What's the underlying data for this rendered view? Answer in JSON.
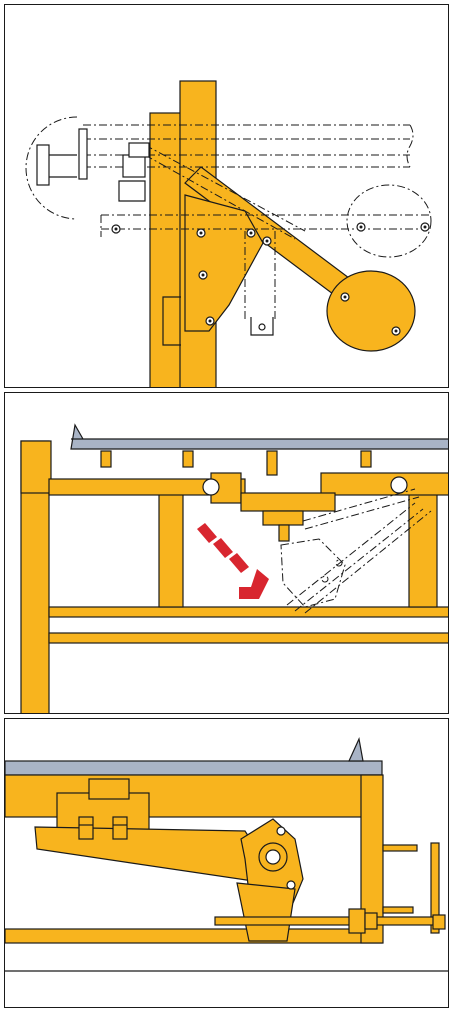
{
  "colors": {
    "steel": "#F8B41E",
    "steel_dark": "#E09B0C",
    "outline": "#1A1A1A",
    "rail_top": "#A9B4C6",
    "rail_top_dark": "#8E9AAE",
    "arrow": "#D8262F",
    "background": "#FFFFFF"
  },
  "panels": [
    {
      "id": "panel-1",
      "view": "side-view-collapsible-bracket"
    },
    {
      "id": "panel-2",
      "view": "front-view-rail-support-swing-down"
    },
    {
      "id": "panel-3",
      "view": "side-view-hinged-support-detail"
    }
  ],
  "panel_2": {
    "arrow_dashes": 3
  }
}
